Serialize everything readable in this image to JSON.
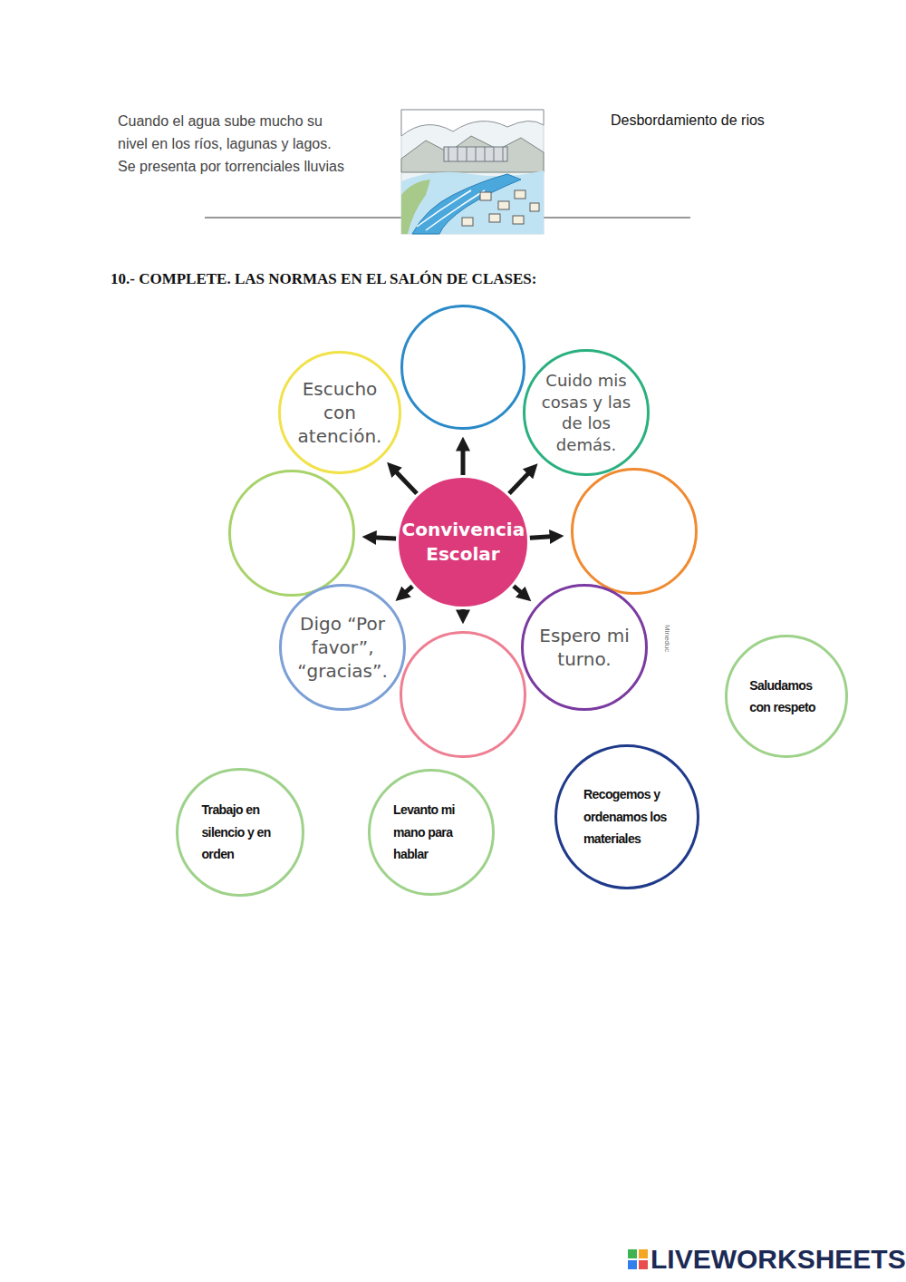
{
  "diagram": {
    "title": "10.- COMPLETE. LAS NORMAS EN EL SALÓN DE CLASES:",
    "nodes": [
      {
        "text": []
      },
      {
        "text": [
          "Escucho con atención."
        ]
      },
      {
        "text": [
          "Cuido mis cosas y las de los demás."
        ]
      },
      {
        "text": []
      },
      {
        "text": [
          "Convivencia Escolar"
        ]
      },
      {
        "text": []
      },
      {
        "text": [
          "Digo “Por favor”, “gracias”."
        ]
      },
      {
        "text": [
          "Espero mi turno."
        ]
      },
      {
        "text": []
      },
      {
        "text": [
          "Saludamos con respeto"
        ]
      },
      {
        "text": [
          "Recogemos y ordenamos los materiales"
        ]
      },
      {
        "text": [
          "Trabajo en silencio y en orden"
        ]
      },
      {
        "text": [
          "Levanto mi mano para hablar"
        ]
      }
    ],
    "edges": [
      {
        "from": 4,
        "to": 0,
        "arrow": "to"
      },
      {
        "from": 4,
        "to": 2,
        "arrow": "to"
      },
      {
        "from": 4,
        "to": 5,
        "arrow": "to"
      },
      {
        "from": 4,
        "to": 7,
        "arrow": "to"
      },
      {
        "from": 4,
        "to": 8,
        "arrow": "to"
      },
      {
        "from": 4,
        "to": 6,
        "arrow": "to"
      },
      {
        "from": 4,
        "to": 3,
        "arrow": "to"
      },
      {
        "from": 4,
        "to": 1,
        "arrow": "to"
      }
    ],
    "labels": [
      "Cuando el agua sube mucho su nivel en los ríos, lagunas y lagos. Se presenta por torrenciales lluvias",
      "Desbordamiento de rios",
      "Mineduc",
      "LIVEWORKSHEETS"
    ]
  }
}
